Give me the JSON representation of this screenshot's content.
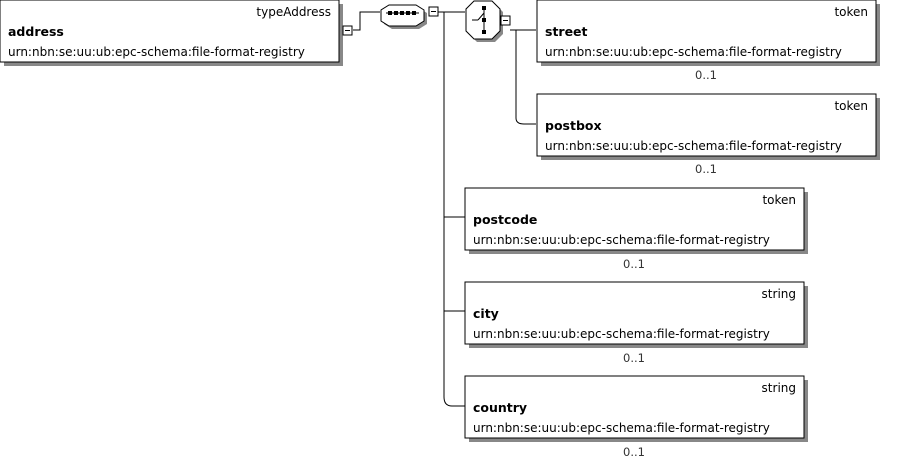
{
  "root": {
    "type": "typeAddress",
    "name": "address",
    "namespace": "urn:nbn:se:uu:ub:epc-schema:file-format-registry"
  },
  "elements": [
    {
      "type": "token",
      "name": "street",
      "namespace": "urn:nbn:se:uu:ub:epc-schema:file-format-registry",
      "cardinality": "0..1"
    },
    {
      "type": "token",
      "name": "postbox",
      "namespace": "urn:nbn:se:uu:ub:epc-schema:file-format-registry",
      "cardinality": "0..1"
    },
    {
      "type": "token",
      "name": "postcode",
      "namespace": "urn:nbn:se:uu:ub:epc-schema:file-format-registry",
      "cardinality": "0..1"
    },
    {
      "type": "string",
      "name": "city",
      "namespace": "urn:nbn:se:uu:ub:epc-schema:file-format-registry",
      "cardinality": "0..1"
    },
    {
      "type": "string",
      "name": "country",
      "namespace": "urn:nbn:se:uu:ub:epc-schema:file-format-registry",
      "cardinality": "0..1"
    }
  ],
  "compositors": {
    "sequence": "sequence-icon",
    "choice": "choice-icon",
    "collapse": "collapse-icon"
  }
}
